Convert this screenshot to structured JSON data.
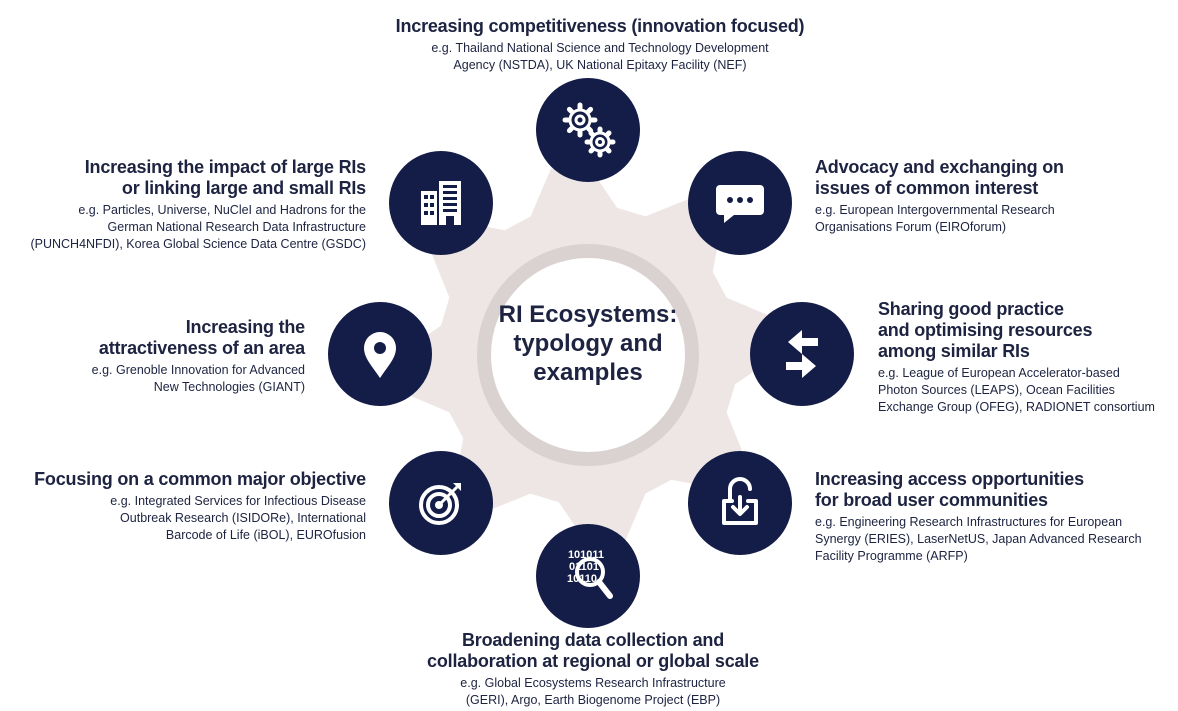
{
  "center": {
    "lines": [
      "RI Ecosystems:",
      "typology and",
      "examples"
    ]
  },
  "colors": {
    "navy": "#141d47",
    "gear": "#ede6e4",
    "ring": "#d9d2d0"
  },
  "nodes": {
    "top": {
      "title": [
        "Increasing competitiveness (innovation focused)"
      ],
      "desc": [
        "e.g. Thailand National Science and Technology Development",
        "Agency (NSTDA), UK National Epitaxy Facility (NEF)"
      ],
      "icon": "gears-icon"
    },
    "top_right": {
      "title": [
        "Advocacy and exchanging on",
        "issues of common interest"
      ],
      "desc": [
        "e.g. European Intergovernmental Research",
        "Organisations Forum (EIROforum)"
      ],
      "icon": "chat-bubble-icon"
    },
    "right": {
      "title": [
        "Sharing good practice",
        "and optimising resources",
        "among similar RIs"
      ],
      "desc": [
        "e.g. League of European Accelerator-based",
        "Photon Sources (LEAPS), Ocean Facilities",
        "Exchange Group (OFEG), RADIONET consortium"
      ],
      "icon": "exchange-arrows-icon"
    },
    "bottom_right": {
      "title": [
        "Increasing access opportunities",
        "for broad user communities"
      ],
      "desc": [
        "e.g. Engineering Research Infrastructures for European",
        "Synergy (ERIES), LaserNetUS, Japan Advanced Research",
        "Facility Programme (ARFP)"
      ],
      "icon": "unlock-download-icon"
    },
    "bottom": {
      "title": [
        "Broadening data collection and",
        "collaboration at regional or global scale"
      ],
      "desc": [
        "e.g. Global Ecosystems Research Infrastructure",
        "(GERI), Argo, Earth Biogenome Project (EBP)"
      ],
      "icon": "binary-search-icon",
      "binary": [
        "101011",
        "01101",
        "10110"
      ]
    },
    "bottom_left": {
      "title": [
        "Focusing on a common major objective"
      ],
      "desc": [
        "e.g. Integrated Services for Infectious Disease",
        "Outbreak Research (ISIDORe), International",
        "Barcode of Life (iBOL), EUROfusion"
      ],
      "icon": "target-icon"
    },
    "left": {
      "title": [
        "Increasing the",
        "attractiveness of an area"
      ],
      "desc": [
        "e.g. Grenoble Innovation for Advanced",
        "New Technologies (GIANT)"
      ],
      "icon": "map-pin-icon"
    },
    "top_left": {
      "title": [
        "Increasing the impact of large RIs",
        "or linking large and small RIs"
      ],
      "desc": [
        "e.g. Particles, Universe, NuCleI and Hadrons for the",
        "German National Research Data Infrastructure",
        "(PUNCH4NFDI), Korea Global Science Data Centre (GSDC)"
      ],
      "icon": "buildings-icon"
    }
  }
}
